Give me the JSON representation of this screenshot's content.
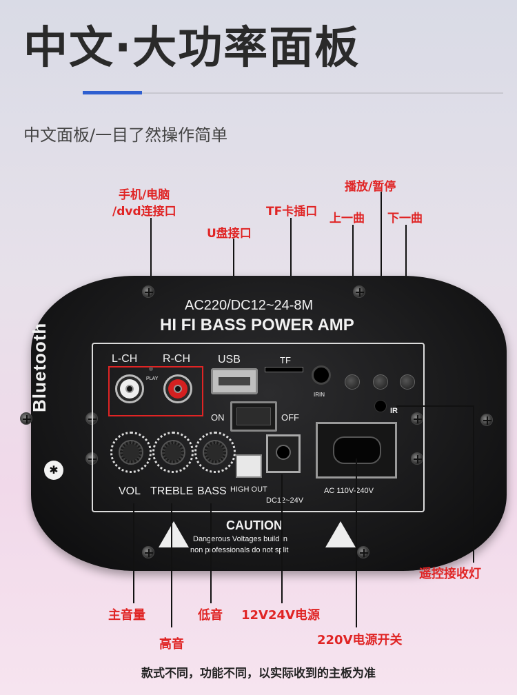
{
  "header": {
    "title": "中文·大功率面板",
    "subtitle": "中文面板/一目了然操作简单"
  },
  "labels": {
    "phone_pc_line1": "手机/电脑",
    "phone_pc_line2": "/dvd连接口",
    "u_disk": "U盘接口",
    "tf_slot": "TF卡插口",
    "play_pause": "播放/暂停",
    "prev": "上一曲",
    "next": "下一曲",
    "master_volume": "主音量",
    "treble": "高音",
    "bass": "低音",
    "power_12v": "12V24V电源",
    "power_220v": "220V电源开关",
    "ir_led": "遥控接收灯"
  },
  "panel": {
    "model": "AC220/DC12~24-8M",
    "name": "HI FI BASS POWER AMP",
    "bluetooth": "Bluetooth",
    "lch": "L-CH",
    "rch": "R-CH",
    "play": "PLAY",
    "usb": "USB",
    "tf": "TF",
    "irin": "IRIN",
    "ir": "IR",
    "on": "ON",
    "off": "OFF",
    "vol": "VOL",
    "treble": "TREBLE",
    "bass": "BASS",
    "high_out": "HIGH OUT",
    "dc": "DC12~24V",
    "ac": "AC 110V-240V",
    "caution": "CAUTION",
    "warning1": "Dangerous Voltages build in",
    "warning2": "non professionals do not split"
  },
  "footer": "款式不同，功能不同，以实际收到的主板为准",
  "colors": {
    "annotation": "#e02424",
    "accent": "#2f5fd0",
    "panel": "#151516"
  }
}
